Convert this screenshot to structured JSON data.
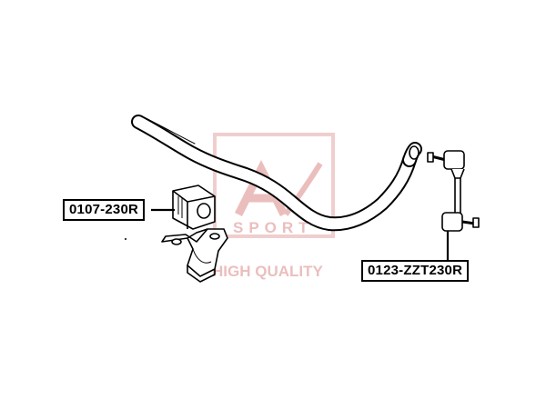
{
  "watermark": {
    "brand_letters": "AS",
    "brand_word": "SPORT",
    "tagline": "HIGH QUALITY",
    "color": "#e9b8b8"
  },
  "parts": [
    {
      "id": "bushing",
      "part_number": "0107-230R"
    },
    {
      "id": "stabilizer-link",
      "part_number": "0123-ZZT230R"
    }
  ],
  "colors": {
    "line": "#000000",
    "background": "#ffffff",
    "label_border": "#000000"
  }
}
